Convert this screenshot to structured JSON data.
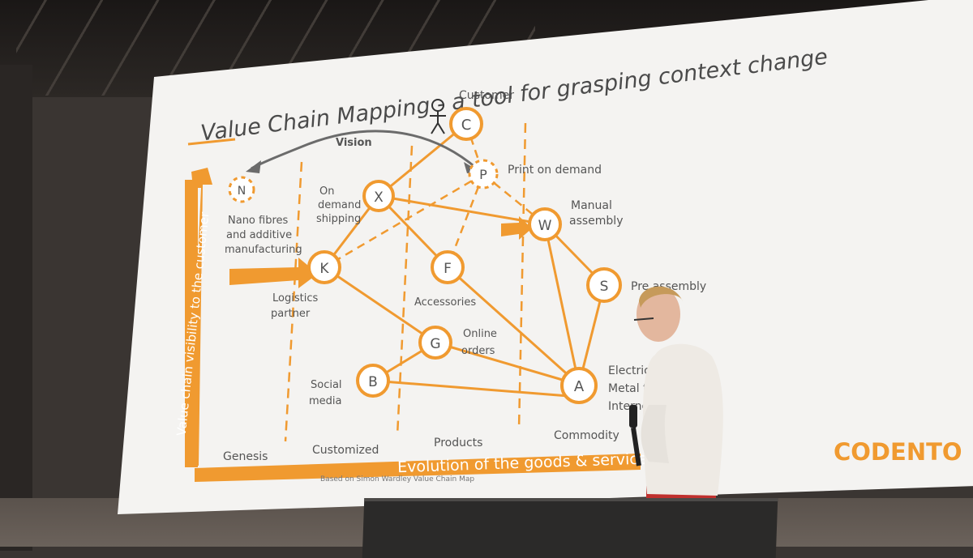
{
  "slide": {
    "title": "Value Chain Mapping - a tool for grasping context change",
    "vision_label": "Vision",
    "y_axis_label": "Value chain visibility to the customer",
    "x_axis_label": "Evolution of the goods & services",
    "stages": [
      "Genesis",
      "Customized",
      "Products",
      "Commodity"
    ],
    "footnote": "Based on Simon Wardley Value Chain Map",
    "brand": "CODENTO",
    "colors": {
      "accent": "#f09a30",
      "text": "#555555",
      "arrow": "#6b6b6b"
    }
  },
  "nodes": {
    "C": {
      "letter": "C",
      "label": "Customer"
    },
    "P": {
      "letter": "P",
      "label": "Print on demand"
    },
    "N": {
      "letter": "N",
      "label_lines": [
        "Nano fibres",
        "and additive",
        "manufacturing"
      ]
    },
    "X": {
      "letter": "X",
      "label_lines": [
        "On",
        "demand",
        "shipping"
      ]
    },
    "W": {
      "letter": "W",
      "label_lines": [
        "Manual",
        "assembly"
      ]
    },
    "K": {
      "letter": "K",
      "label_lines": [
        "Logistics",
        "partner"
      ]
    },
    "F": {
      "letter": "F",
      "label": "Accessories"
    },
    "S": {
      "letter": "S",
      "label": "Pre assembly"
    },
    "G": {
      "letter": "G",
      "label_lines": [
        "Online",
        "orders"
      ]
    },
    "B": {
      "letter": "B",
      "label_lines": [
        "Social",
        "media"
      ]
    },
    "A": {
      "letter": "A",
      "label_lines": [
        "Electric",
        "Metal t",
        "Interne"
      ]
    }
  },
  "icons": [
    "person-icon",
    "arrow-right-icon"
  ]
}
